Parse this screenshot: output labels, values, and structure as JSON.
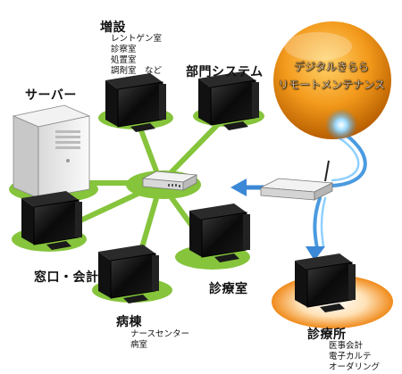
{
  "nodes": {
    "server": {
      "label": "サーバー"
    },
    "extension": {
      "label": "増設",
      "items": [
        "レントゲン室",
        "診察室",
        "処置室",
        "調剤室　など"
      ]
    },
    "department": {
      "label": "部門システム"
    },
    "reception": {
      "label": "窓口・会計"
    },
    "ward": {
      "label": "病棟",
      "items": [
        "ナースセンター",
        "病室"
      ]
    },
    "exam_room": {
      "label": "診療室"
    },
    "clinic": {
      "label": "診療所",
      "items": [
        "医事会計",
        "電子カルテ",
        "オーダリング"
      ]
    }
  },
  "remote": {
    "lines": [
      "デジタルきらら",
      "リモートメンテナンス"
    ]
  },
  "colors": {
    "hub": "#86c43c",
    "hub_dark": "#5e9e1e",
    "clinic_glow": "#f08a1a",
    "sphere": "#f5a020",
    "link": "#5aa9e6"
  }
}
